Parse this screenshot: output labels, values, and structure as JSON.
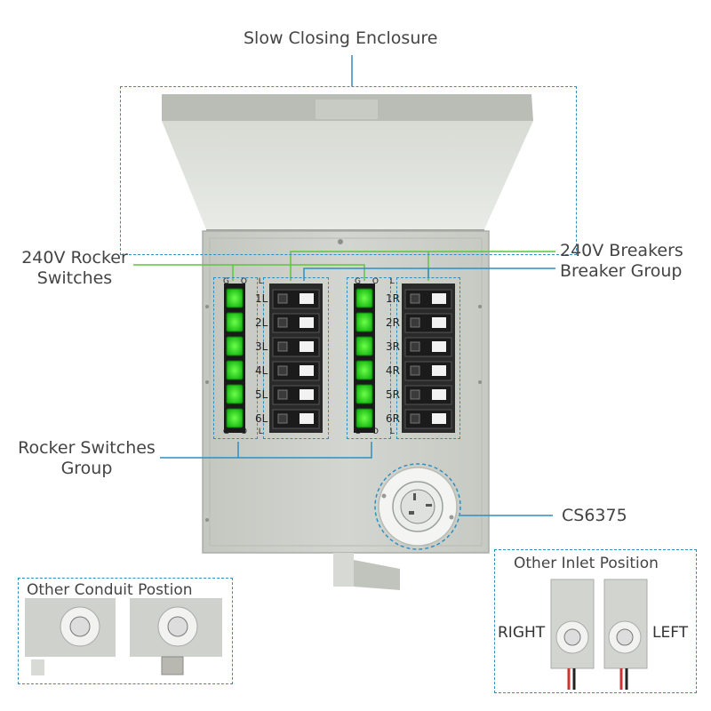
{
  "labels": {
    "enclosure": "Slow Closing Enclosure",
    "rocker_switches": "240V Rocker\nSwitches",
    "breakers": "240V Breakers",
    "breaker_group": "Breaker Group",
    "rocker_group": "Rocker Switches\nGroup",
    "inlet_model": "CS6375",
    "other_conduit": "Other Conduit Postion",
    "other_inlet": "Other Inlet Position",
    "right": "RIGHT",
    "left": "LEFT"
  },
  "switch_legend": "G O L",
  "left_rows": [
    "1L",
    "2L",
    "3L",
    "4L",
    "5L",
    "6L"
  ],
  "right_rows": [
    "1R",
    "2R",
    "3R",
    "4R",
    "5R",
    "6R"
  ],
  "colors": {
    "accent": "#2e8fbf",
    "green_line": "#5cc63c",
    "rocker_green": "#1fe620",
    "enclosure": "#c9cdc6",
    "breaker": "#222222"
  }
}
